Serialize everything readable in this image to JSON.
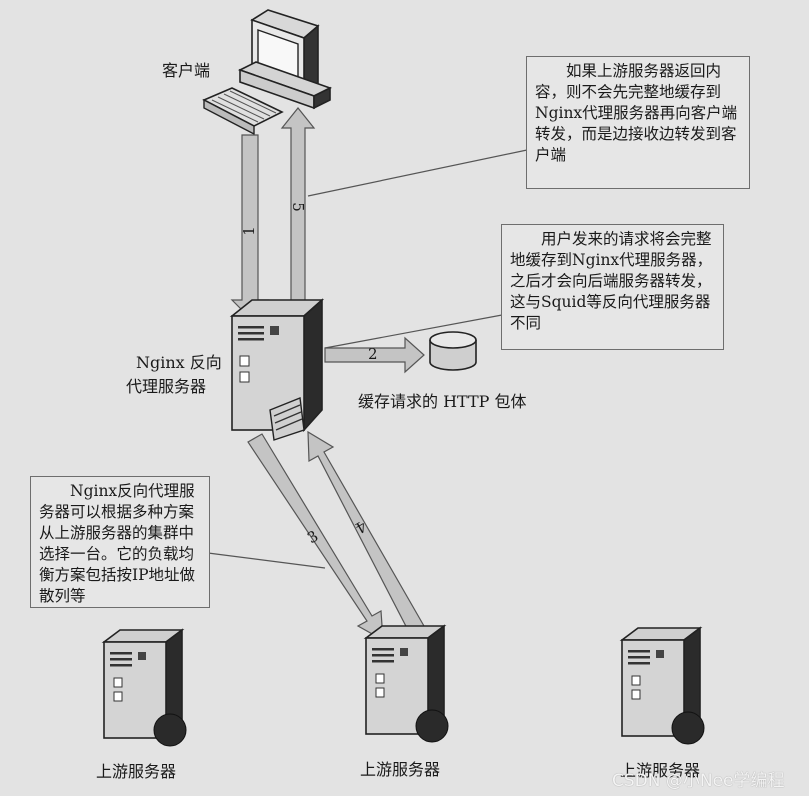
{
  "nodes": {
    "client": "客户端",
    "proxy_line1": "Nginx 反向",
    "proxy_line2": "代理服务器",
    "cache": "缓存请求的 HTTP 包体",
    "upstream_left": "上游服务器",
    "upstream_middle": "上游服务器",
    "upstream_right": "上游服务器"
  },
  "notes": {
    "response": "如果上游服务器返回内容，则不会先完整地缓存到Nginx代理服务器再向客户端转发，而是边接收边转发到客户端",
    "request": "用户发来的请求将会完整地缓存到Nginx代理服务器，之后才会向后端服务器转发，这与Squid等反向代理服务器不同",
    "balance": "Nginx反向代理服务器可以根据多种方案从上游服务器的集群中选择一台。它的负载均衡方案包括按IP地址做散列等"
  },
  "steps": [
    "1",
    "2",
    "3",
    "4",
    "5"
  ],
  "watermark": "CSDN @小Nee学编程",
  "colors": {
    "background": "#e3e3e3",
    "arrow_fill": "#c4c4c4",
    "device_dark": "#2a2a2a",
    "device_light": "#d2d2d2"
  }
}
